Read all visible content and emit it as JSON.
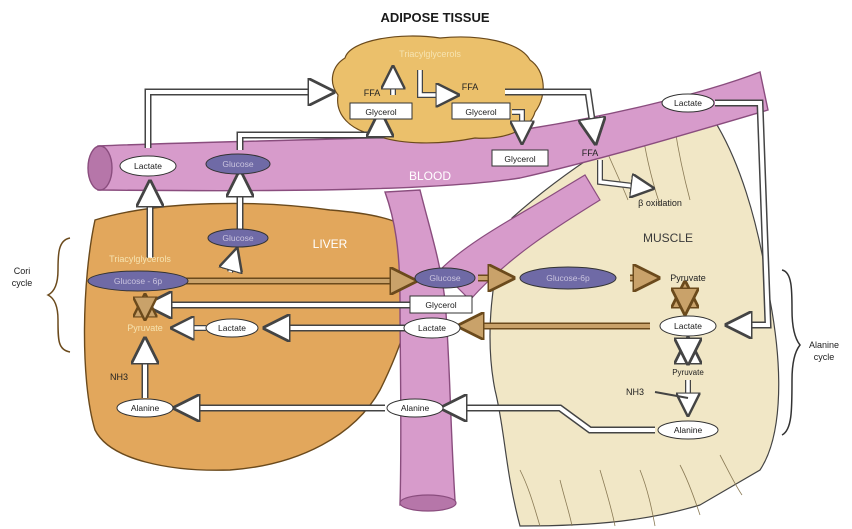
{
  "title": "ADIPOSE TISSUE",
  "regions": {
    "blood": "BLOOD",
    "liver": "LIVER",
    "muscle": "MUSCLE"
  },
  "adipose": {
    "triacylglycerols": "Triacylglycerols",
    "ffa": "FFA",
    "glycerol": "Glycerol"
  },
  "blood": {
    "lactate": "Lactate",
    "glucose": "Glucose",
    "glycerol": "Glycerol",
    "ffa": "FFA"
  },
  "liver": {
    "glucose": "Glucose",
    "triacylglycerols": "Triacylglycerols",
    "glucose_6p": "Glucose - 6p",
    "pyruvate": "Pyruvate",
    "lactate": "Lactate",
    "nh3": "NH3",
    "alanine": "Alanine"
  },
  "vessel": {
    "glucose": "Glucose",
    "glycerol": "Glycerol",
    "lactate": "Lactate",
    "alanine": "Alanine"
  },
  "muscle": {
    "lactate": "Lactate",
    "beta_oxidation": "β oxidation",
    "glucose_6p": "Glucose-6p",
    "pyruvate": "Pyruvate",
    "lactate2": "Lactate",
    "pyruvate2": "Pyruvate",
    "nh3": "NH3",
    "alanine": "Alanine"
  },
  "side_labels": {
    "cori": [
      "Cori",
      "cycle"
    ],
    "alanine": [
      "Alanine",
      "cycle"
    ]
  },
  "colors": {
    "blood": "#d79bcb",
    "blood_edge": "#8a4d7e",
    "liver": "#e2a75c",
    "liver_edge": "#6b4a1c",
    "adipose": "#ebc06b",
    "muscle": "#f1e7c6",
    "glucose_pill": "#6f6aa6",
    "arrow_fill": "#ffffff",
    "arrow_brown": "#c9a26a"
  }
}
